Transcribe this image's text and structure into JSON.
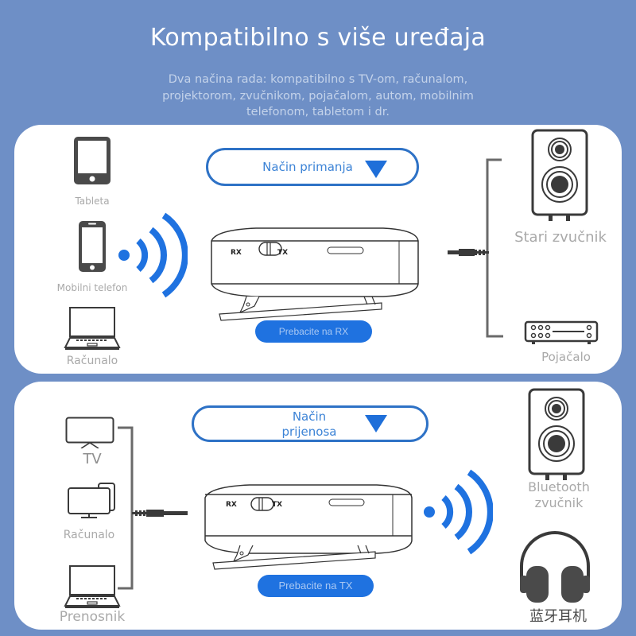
{
  "header": {
    "title": "Kompatibilno s više uređaja",
    "subtitle_lines": [
      "Dva načina rada: kompatibilno s TV-om, računalom,",
      "projektorom, zvučnikom, pojačalom, autom, mobilnim",
      "telefonom, tabletom i dr."
    ]
  },
  "colors": {
    "background": "#6e8fc6",
    "panel": "#ffffff",
    "accent_blue": "#1f72e0",
    "icon_gray": "#4a4a4a",
    "label_gray": "#a9a9a9"
  },
  "receive_panel": {
    "mode_label": "Način primanja",
    "switch_button": "Prebacite na RX",
    "device_switch": {
      "left": "RX",
      "right": "TX"
    },
    "sources": [
      {
        "label": "Tableta",
        "icon": "tablet-icon"
      },
      {
        "label": "Mobilni telefon",
        "icon": "smartphone-icon"
      },
      {
        "label": "Računalo",
        "icon": "laptop-icon"
      }
    ],
    "outputs": [
      {
        "label": "Stari zvučnik",
        "icon": "speaker-icon"
      },
      {
        "label": "Pojačalo",
        "icon": "amplifier-icon"
      }
    ]
  },
  "transmit_panel": {
    "mode_label_line1": "Način",
    "mode_label_line2": "prijenosa",
    "switch_button": "Prebacite na TX",
    "device_switch": {
      "left": "RX",
      "right": "TX"
    },
    "sources": [
      {
        "label": "TV",
        "icon": "tv-icon"
      },
      {
        "label": "Računalo",
        "icon": "desktop-icon"
      },
      {
        "label": "Prenosnik",
        "icon": "laptop-icon"
      }
    ],
    "outputs": [
      {
        "label_line1": "Bluetooth",
        "label_line2": "zvučnik",
        "icon": "speaker-icon"
      },
      {
        "label": "蓝牙耳机",
        "icon": "headphones-icon"
      }
    ]
  }
}
